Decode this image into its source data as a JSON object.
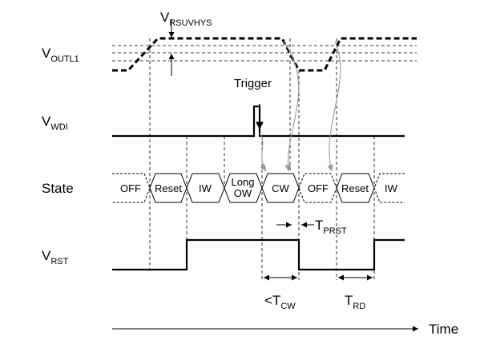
{
  "signals": {
    "voutl1": {
      "main": "V",
      "sub": "OUTL1"
    },
    "vwdi": {
      "main": "V",
      "sub": "WDI"
    },
    "state": {
      "main": "State"
    },
    "vrst": {
      "main": "V",
      "sub": "RST"
    }
  },
  "annotations": {
    "vrsuvhys": {
      "main": "V",
      "sub": "RSUVHYS"
    },
    "trigger": "Trigger",
    "tprst": {
      "main": "T",
      "sub": "PRST"
    },
    "tcw": {
      "prefix": "<T",
      "sub": "CW"
    },
    "trd": {
      "main": "T",
      "sub": "RD"
    },
    "time_axis": "Time"
  },
  "states": [
    {
      "label": "OFF"
    },
    {
      "label": "Reset"
    },
    {
      "label": "IW"
    },
    {
      "label": "Long",
      "label2": "OW"
    },
    {
      "label": "CW"
    },
    {
      "label": "OFF"
    },
    {
      "label": "Reset"
    },
    {
      "label": "IW"
    }
  ]
}
